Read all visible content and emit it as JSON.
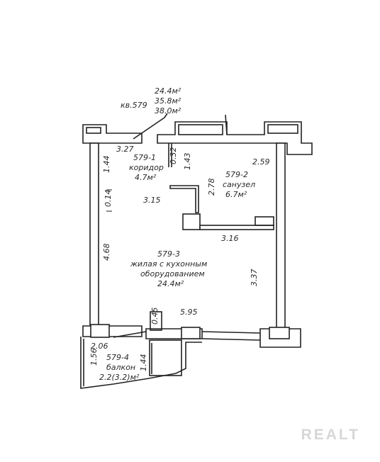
{
  "apartment": {
    "number_label": "кв.579",
    "areas": [
      "24.4м²",
      "35.8м²",
      "38.0м²"
    ]
  },
  "rooms": [
    {
      "id": "579-1",
      "name": "коридор",
      "area": "4.7м²"
    },
    {
      "id": "579-2",
      "name": "санузел",
      "area": "6.7м²"
    },
    {
      "id": "579-3",
      "name_lines": [
        "жилая с кухонным",
        "оборудованием"
      ],
      "area": "24.4м²"
    },
    {
      "id": "579-4",
      "name": "балкон",
      "area": "2.2(3.2)м²"
    }
  ],
  "dimensions": {
    "d327": "3.27",
    "d144a": "1.44",
    "d032": "0.32",
    "d143": "1.43",
    "d259": "2.59",
    "d278": "2.78",
    "d014": "0.14",
    "d315": "3.15",
    "d316": "3.16",
    "d468": "4.68",
    "d337": "3.37",
    "d045": "0.45",
    "d595": "5.95",
    "d206": "2.06",
    "d156": "1.56",
    "d144b": "1.44"
  },
  "watermark": "REALT"
}
